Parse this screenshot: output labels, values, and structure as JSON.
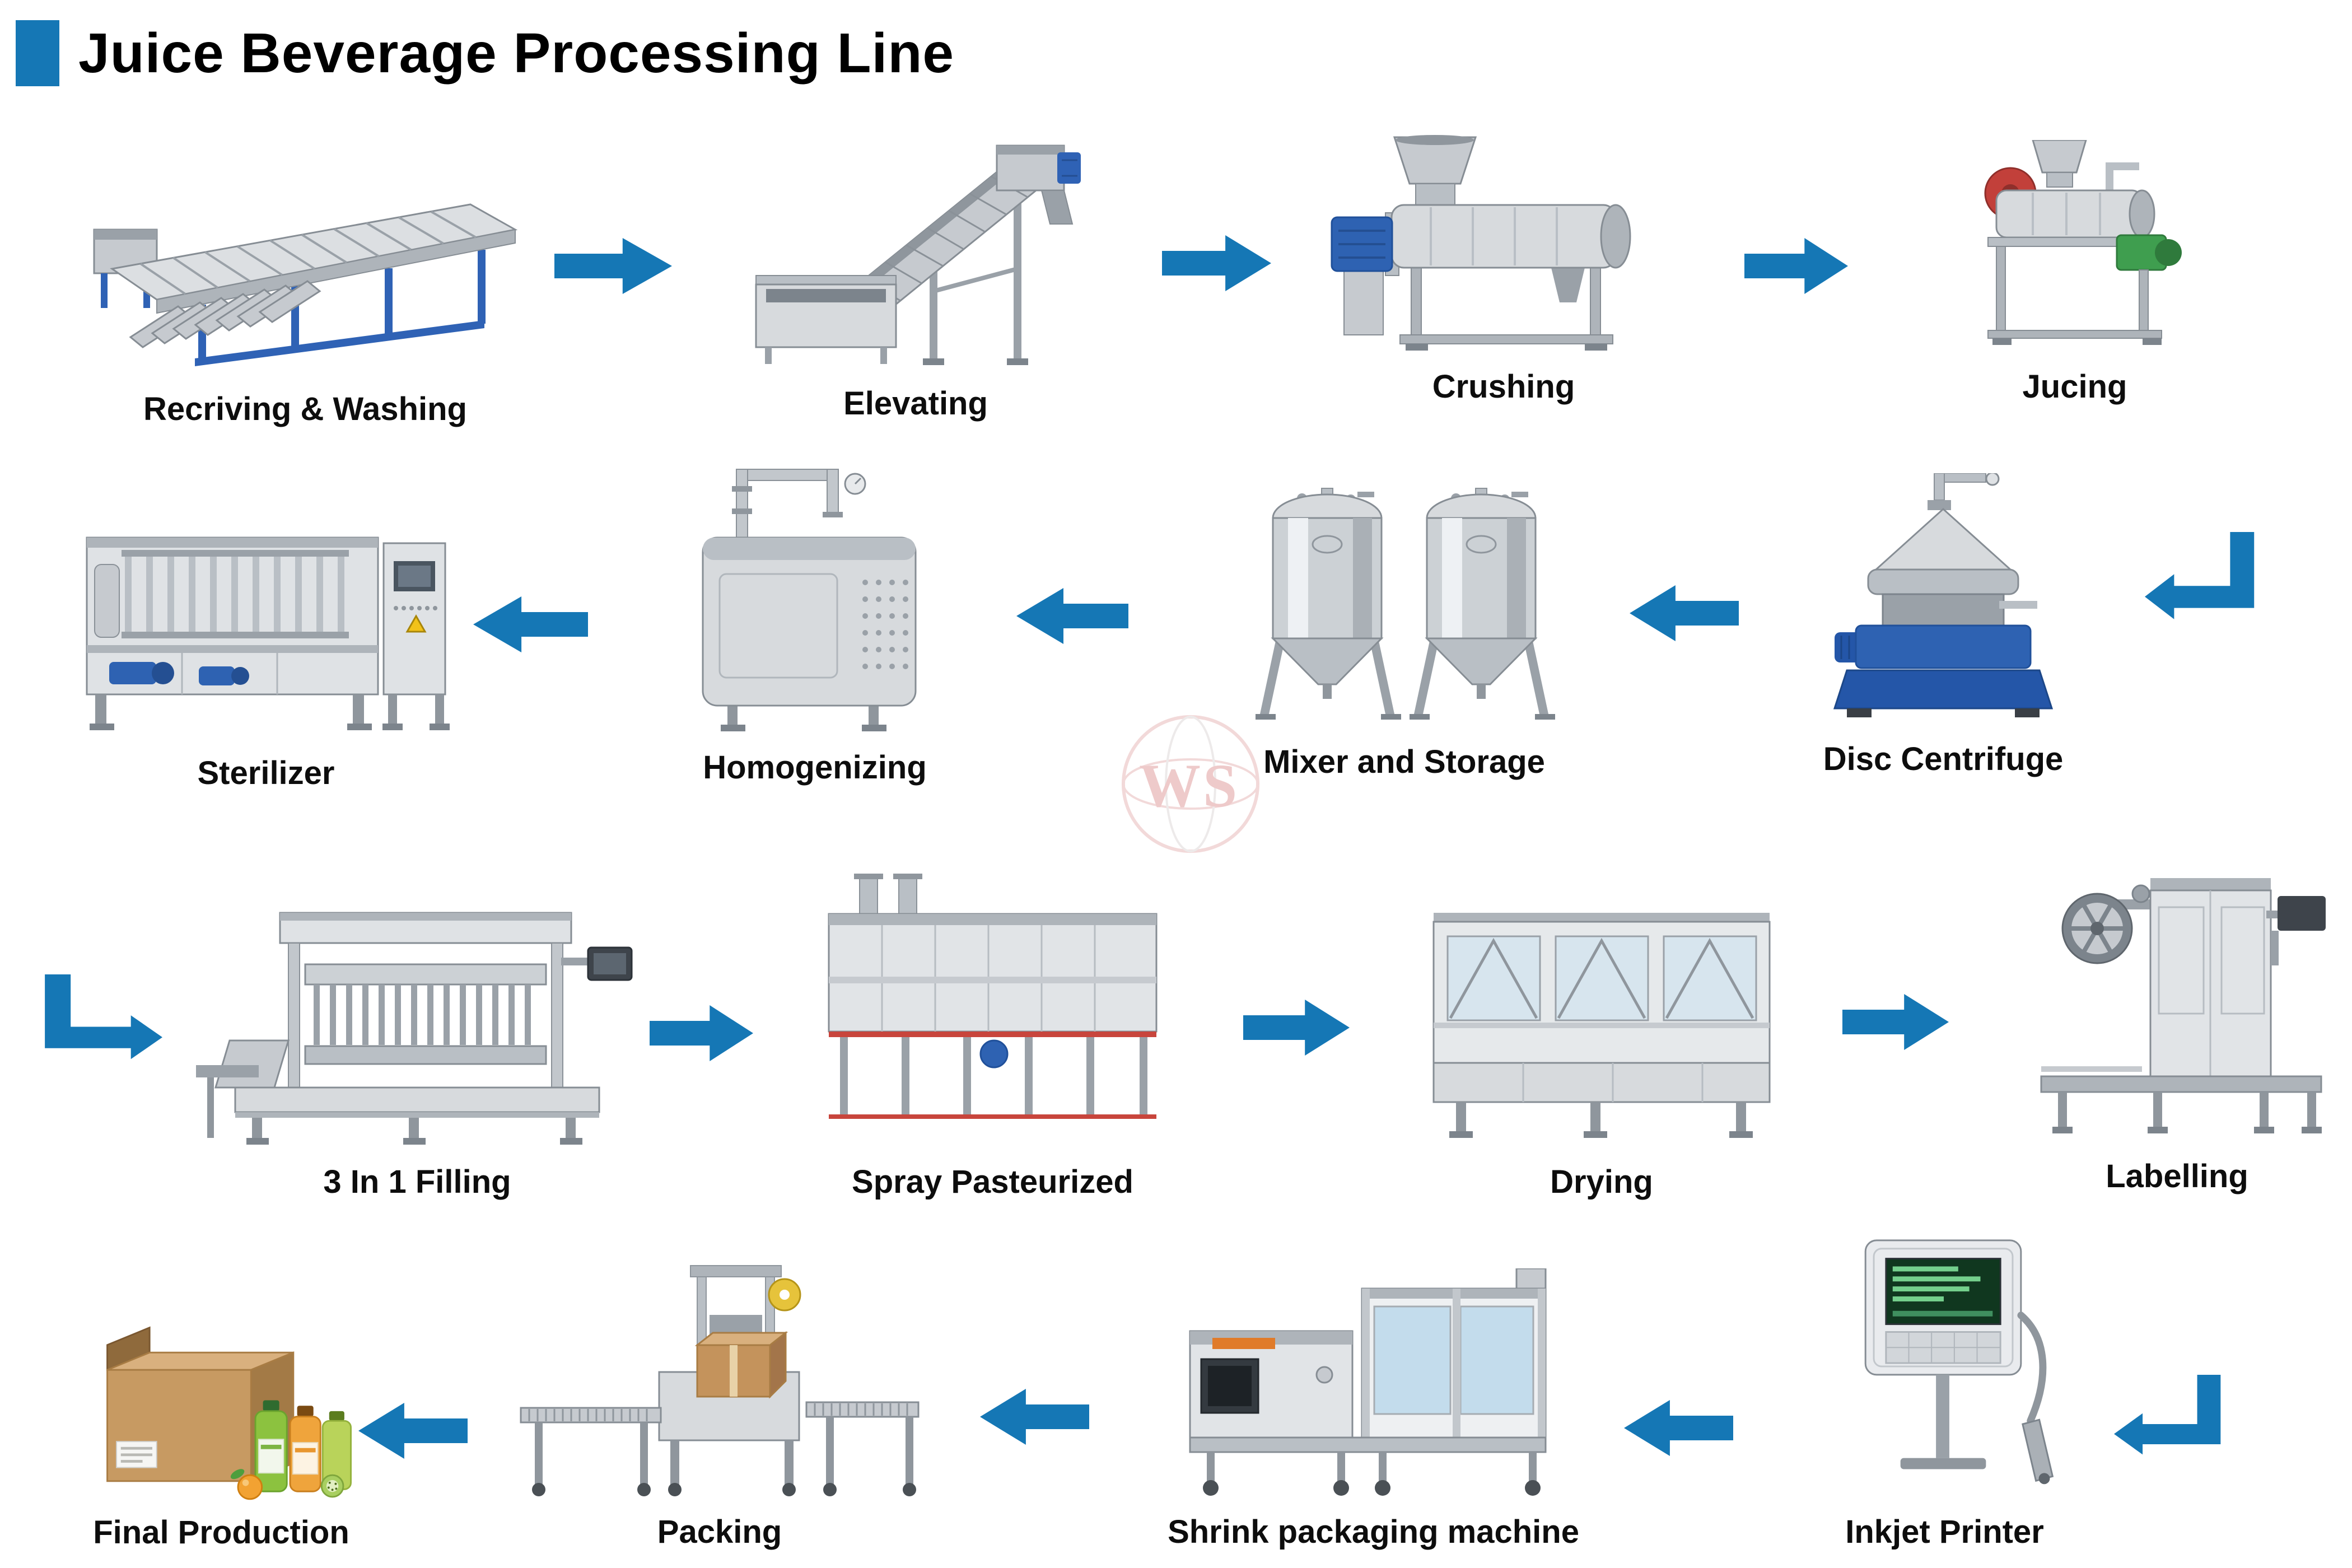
{
  "page": {
    "title": "Juice Beverage Processing Line",
    "accent_color": "#1577b5",
    "background_color": "#ffffff",
    "text_color": "#000000"
  },
  "watermark": {
    "left_letter": "W",
    "right_letter": "S"
  },
  "stages": {
    "receiving": {
      "label": "Recriving & Washing"
    },
    "elevating": {
      "label": "Elevating"
    },
    "crushing": {
      "label": "Crushing"
    },
    "juicing": {
      "label": "Jucing"
    },
    "sterilizer": {
      "label": "Sterilizer"
    },
    "homogenizing": {
      "label": "Homogenizing"
    },
    "mixer": {
      "label": "Mixer and Storage"
    },
    "centrifuge": {
      "label": "Disc Centrifuge"
    },
    "filling": {
      "label": "3 In 1 Filling"
    },
    "spray": {
      "label": "Spray Pasteurized"
    },
    "drying": {
      "label": "Drying"
    },
    "labelling": {
      "label": "Labelling"
    },
    "final": {
      "label": "Final Production"
    },
    "packing": {
      "label": "Packing"
    },
    "shrink": {
      "label": "Shrink packaging machine"
    },
    "inkjet": {
      "label": "Inkjet Printer"
    }
  },
  "flow_order": [
    "Recriving & Washing",
    "Elevating",
    "Crushing",
    "Jucing",
    "Disc Centrifuge",
    "Mixer and Storage",
    "Homogenizing",
    "Sterilizer",
    "3 In 1 Filling",
    "Spray Pasteurized",
    "Drying",
    "Labelling",
    "Inkjet Printer",
    "Shrink packaging machine",
    "Packing",
    "Final Production"
  ]
}
